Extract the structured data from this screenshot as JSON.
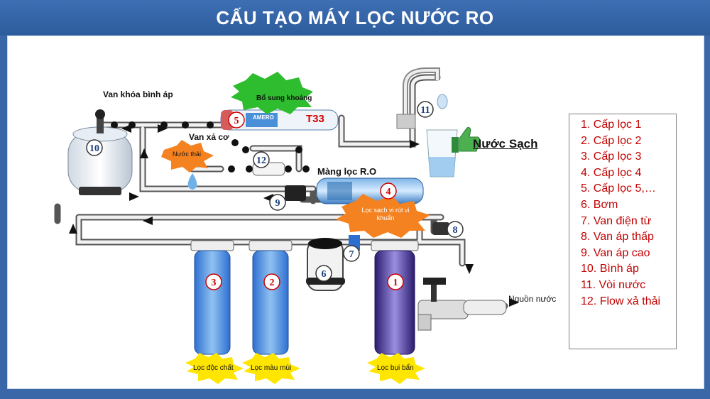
{
  "title": "CẤU TẠO MÁY LỌC NƯỚC RO",
  "labels": {
    "valve_tank": "Van khóa bình áp",
    "mineral": "Bổ sung khoáng",
    "t33": "T33",
    "drain_valve": "Van xả cơ",
    "waste_water": "Nước thải",
    "ro_membrane": "Màng lọc R.O",
    "ro_note": "Lọc sạch vi rút vi khuẩn",
    "clean_water": "Nước Sạch",
    "water_source": "Nguồn nước",
    "toxin_filter": "Lọc độc chất",
    "color_filter": "Lọc màu mùi",
    "dust_filter": "Lọc bụi bẩn",
    "brand": "AMERO"
  },
  "numbers": [
    "1",
    "2",
    "3",
    "4",
    "5",
    "6",
    "7",
    "8",
    "9",
    "10",
    "11",
    "12"
  ],
  "legend": [
    "1.   Cấp lọc 1",
    "2.   Cấp lọc 2",
    "3.   Cấp lọc 3",
    "4.   Cấp lọc 4",
    "5.   Cấp lọc 5,…",
    "6.   Bơm",
    "7.   Van điện từ",
    "8.   Van áp thấp",
    "9.   Van áp cao",
    "10. Bình áp",
    "11. Vòi nước",
    "12. Flow xả thải"
  ],
  "colors": {
    "title_bg": "#2d5c9c",
    "legend_text": "#c00000",
    "burst_green": "#2ebd2e",
    "burst_orange": "#f58220",
    "burst_yellow": "#ffe600",
    "thumb": "#4caf50"
  }
}
